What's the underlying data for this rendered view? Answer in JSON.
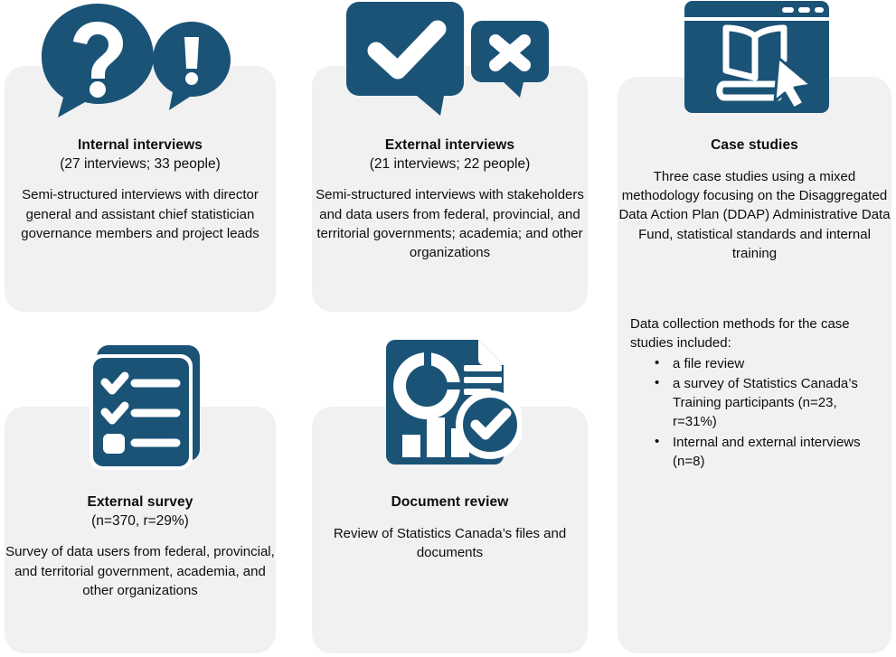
{
  "theme": {
    "accent": "#1b5377",
    "card_bg": "#f1f1f1",
    "page_bg": "#ffffff",
    "text": "#0d0d0d"
  },
  "cards": [
    {
      "id": "internal-interviews",
      "icon": "question-exclamation-speech-bubbles-icon",
      "title": "Internal interviews",
      "subtitle": "(27 interviews;  33 people)",
      "body": "Semi-structured interviews with director general and assistant chief statistician governance members and project leads"
    },
    {
      "id": "external-interviews",
      "icon": "check-cross-speech-bubbles-icon",
      "title": "External interviews",
      "subtitle": "(21 interviews;  22 people)",
      "body": "Semi-structured interviews with stakeholders and data users from federal, provincial, and territorial governments; academia; and other organizations"
    },
    {
      "id": "case-studies",
      "icon": "browser-book-cursor-icon",
      "title": "Case studies",
      "subtitle": "",
      "body": "Three case studies using a mixed methodology focusing on the Disaggregated Data Action Plan (DDAP) Administrative Data Fund, statistical standards and internal training",
      "lead": "Data collection methods for the case studies included:",
      "bullets": [
        "a file review",
        "a survey of Statistics Canada’s Training participants (n=23, r=31%)",
        "Internal and external interviews (n=8)"
      ]
    },
    {
      "id": "external-survey",
      "icon": "checklist-documents-icon",
      "title": "External survey",
      "subtitle": "(n=370, r=29%)",
      "body": "Survey of data users from federal, provincial, and territorial government, academia, and other organizations"
    },
    {
      "id": "document-review",
      "icon": "document-chart-check-icon",
      "title": "Document review",
      "subtitle": "",
      "body": "Review of Statistics Canada’s files and documents"
    }
  ]
}
